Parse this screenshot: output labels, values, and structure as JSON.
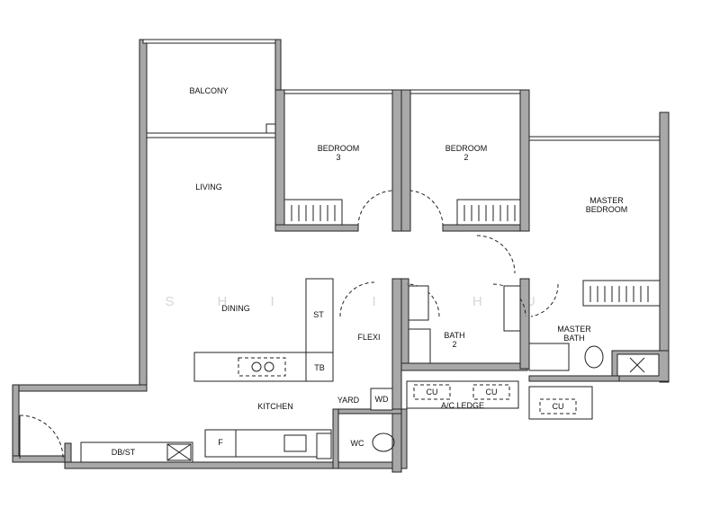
{
  "watermark": "S H I M I N   H U",
  "rooms": {
    "balcony": "BALCONY",
    "living": "LIVING",
    "bedroom3_a": "BEDROOM",
    "bedroom3_b": "3",
    "bedroom2_a": "BEDROOM",
    "bedroom2_b": "2",
    "master_bedroom_a": "MASTER",
    "master_bedroom_b": "BEDROOM",
    "dining": "DINING",
    "st": "ST",
    "flexi": "FLEXI",
    "bath2_a": "BATH",
    "bath2_b": "2",
    "master_bath_a": "MASTER",
    "master_bath_b": "BATH",
    "tb": "TB",
    "yard": "YARD",
    "wd": "WD",
    "kitchen": "KITCHEN",
    "cu_1": "CU",
    "cu_2": "CU",
    "cu_3": "CU",
    "ac_ledge": "A/C LEDGE",
    "db_st": "DB/ST",
    "fridge": "F",
    "wc": "WC"
  }
}
